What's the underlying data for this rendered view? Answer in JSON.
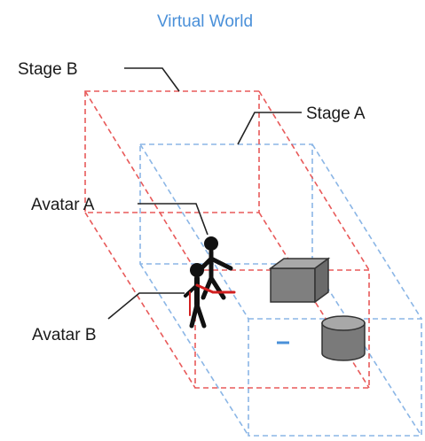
{
  "title": "Virtual World",
  "labels": {
    "stage_b": "Stage B",
    "stage_a": "Stage A",
    "avatar_a": "Avatar A",
    "avatar_b": "Avatar B"
  },
  "colors": {
    "title": "#4a90d9",
    "stage_b": "#e85a5a",
    "stage_a": "#8bb6e6",
    "object": "#808080",
    "avatar": "#111111",
    "avatar_b_accent": "#d22020"
  }
}
